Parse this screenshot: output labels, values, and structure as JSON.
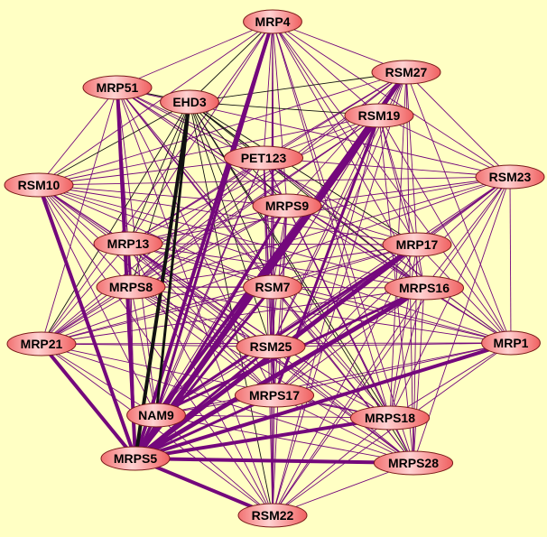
{
  "colors": {
    "background": "#ffffc4",
    "edge": "#74087c",
    "edge_black": "#111111",
    "node_fill_light": "#ffd0d0",
    "node_fill_dark": "#f06a6a",
    "node_border": "#7a1a1a"
  },
  "nodes": [
    "MRP4",
    "RSM27",
    "MRP51",
    "EHD3",
    "RSM19",
    "PET123",
    "RSM23",
    "RSM10",
    "MRPS9",
    "MRP13",
    "MRP17",
    "MRPS8",
    "RSM7",
    "MRPS16",
    "MRP21",
    "RSM25",
    "MRP1",
    "MRPS17",
    "NAM9",
    "MRPS18",
    "MRPS5",
    "MRPS28",
    "RSM22"
  ],
  "black_edge_hub": "EHD3",
  "heavy_edges": [
    [
      "MRPS5",
      "MRP4",
      4
    ],
    [
      "MRPS5",
      "RSM27",
      5
    ],
    [
      "MRPS5",
      "RSM19",
      6
    ],
    [
      "MRPS5",
      "MRP17",
      5
    ],
    [
      "MRPS5",
      "MRPS16",
      5
    ],
    [
      "MRPS5",
      "MRP1",
      4
    ],
    [
      "MRPS5",
      "MRPS18",
      4
    ],
    [
      "MRPS5",
      "MRPS28",
      4
    ],
    [
      "MRPS5",
      "RSM22",
      4
    ],
    [
      "MRPS5",
      "RSM10",
      4
    ],
    [
      "MRPS5",
      "MRP21",
      4
    ],
    [
      "MRPS5",
      "MRP51",
      4
    ],
    [
      "MRPS5",
      "RSM25",
      3
    ],
    [
      "MRPS5",
      "MRPS17",
      3
    ],
    [
      "MRPS5",
      "MRPS9",
      3
    ],
    [
      "MRPS5",
      "RSM7",
      3
    ],
    [
      "MRPS5",
      "NAM9",
      3
    ],
    [
      "MRPS5",
      "EHD3",
      4
    ],
    [
      "NAM9",
      "EHD3",
      3
    ],
    [
      "NAM9",
      "RSM19",
      4
    ],
    [
      "NAM9",
      "MRP17",
      3
    ],
    [
      "NAM9",
      "MRPS16",
      3
    ],
    [
      "NAM9",
      "MRP4",
      3
    ],
    [
      "RSM19",
      "MRPS17",
      3
    ],
    [
      "MRP13",
      "MRPS8",
      3
    ]
  ]
}
